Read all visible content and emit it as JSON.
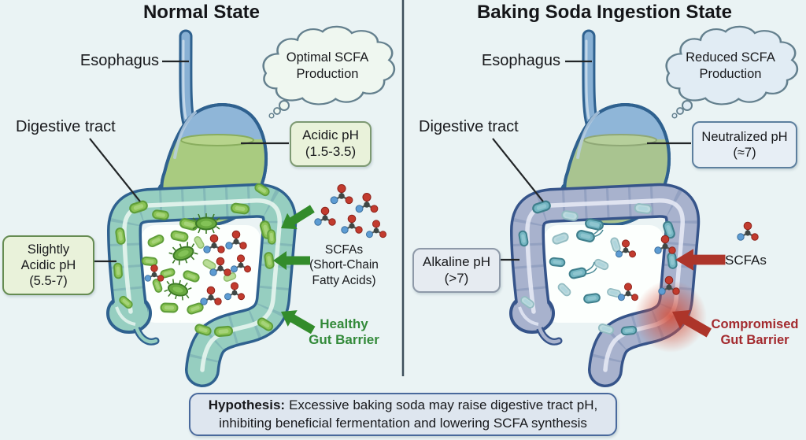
{
  "colors": {
    "background": "#eaf3f4",
    "healthy_green": "#338a3a",
    "compromised_red": "#a32a2e",
    "scfa_arrow_green": "#338c2b",
    "scfa_arrow_red": "#ad352a",
    "normal_gut_teal": "#96cec0",
    "alkaline_gut_gray": "#a8b2cd",
    "stomach_acid_green": "#a9cb80"
  },
  "left_panel": {
    "title": "Normal State",
    "esophagus_label": "Esophagus",
    "digestive_tract_label": "Digestive tract",
    "thought_bubble_lines": [
      "Optimal SCFA",
      "Production"
    ],
    "stomach_ph_lines": [
      "Acidic pH",
      "(1.5-3.5)"
    ],
    "gut_ph_lines": [
      "Slightly",
      "Acidic pH",
      "(5.5-7)"
    ],
    "scfa_lines": [
      "SCFAs",
      "(Short-Chain",
      "Fatty Acids)"
    ],
    "barrier_lines": [
      "Healthy",
      "Gut Barrier"
    ]
  },
  "right_panel": {
    "title": "Baking Soda Ingestion State",
    "esophagus_label": "Esophagus",
    "digestive_tract_label": "Digestive tract",
    "thought_bubble_lines": [
      "Reduced SCFA",
      "Production"
    ],
    "stomach_ph_lines": [
      "Neutralized pH",
      "(≈7)"
    ],
    "gut_ph_lines": [
      "Alkaline pH",
      "(>7)"
    ],
    "scfa_label": "SCFAs",
    "barrier_lines": [
      "Compromised",
      "Gut Barrier"
    ]
  },
  "hypothesis": {
    "label": "Hypothesis:",
    "text": "Excessive baking soda may raise digestive tract pH, inhibiting beneficial fermentation and lowering SCFA synthesis"
  }
}
